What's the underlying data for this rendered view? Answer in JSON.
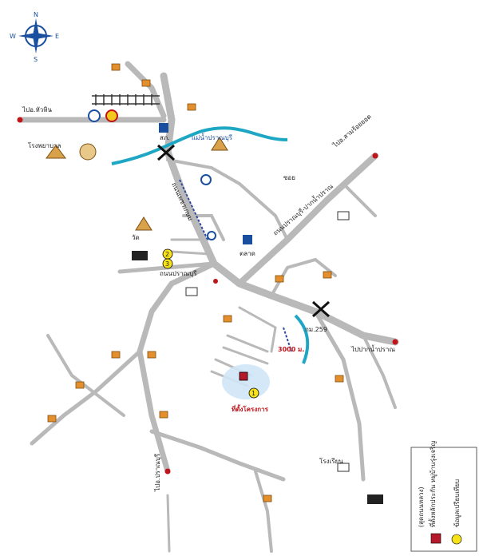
{
  "map": {
    "north_label": "N",
    "south_label": "S",
    "east_label": "E",
    "west_label": "W",
    "colors": {
      "road": "#b9b9b9",
      "river": "#1ea7c4",
      "marker": "#c0141b",
      "target": "#b5192a",
      "highlight": "#cfe6f7",
      "legend_circle": "#f7e21a"
    },
    "labels": {
      "to_hua_hin": "ไปอ.หัวหิน",
      "to_pranburi_north": "ไปอ.ปราณบุรี",
      "to_sam_roi_yot": "ไปอ.สามร้อยยอด",
      "to_pak_nam_pran": "ไปปากน้ำปราณ",
      "river_name": "แม่น้ำปราณบุรี",
      "rd_phetkasem": "ถนนเพชรเกษม",
      "rd_4": "ถนนปราณบุรี",
      "rd_pranburi_pak_nam": "ถนนปราณบุรี-ปากน้ำปราณ",
      "km_259": "กม.259",
      "km_3000": "3000 ม.",
      "project": "ที่ตั้งโครงการ",
      "school": "โรงเรียน",
      "temple": "วัด",
      "hospital": "โรงพยาบาล",
      "market": "ตลาด",
      "police": "สภ.",
      "soi": "ซอย"
    },
    "legend": {
      "item1": "ที่ตั้งหลักประกัน หมู่บ้านรุ่งเจริญ",
      "item1_sub": "(สุดถนนหลวง)",
      "item2": "ข้อมูลเปรียบเทียบ"
    },
    "comp_numbers": [
      "1",
      "2",
      "3"
    ]
  }
}
